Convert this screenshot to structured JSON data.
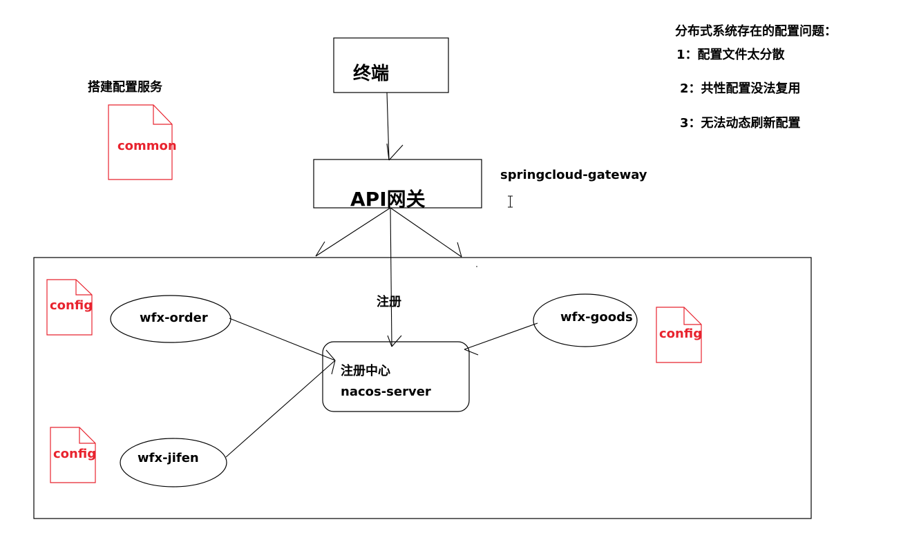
{
  "colors": {
    "line": "#000000",
    "doc_outline": "#e8232e",
    "doc_text": "#e8232e",
    "text": "#000000",
    "background": "#ffffff"
  },
  "problems": {
    "heading": "分布式系统存在的配置问题：",
    "items": [
      "1：配置文件太分散",
      "2：共性配置没法复用",
      "3：无法动态刷新配置"
    ]
  },
  "config_service": {
    "label": "搭建配置服务",
    "doc_label": "common"
  },
  "terminal": {
    "label": "终端"
  },
  "gateway": {
    "label": "API网关",
    "caption": "springcloud-gateway"
  },
  "cluster": {
    "register_label": "注册",
    "registry_center": {
      "title": "注册中心",
      "subtitle": "nacos-server"
    },
    "services": [
      {
        "name": "wfx-order",
        "config": "config"
      },
      {
        "name": "wfx-goods",
        "config": "config"
      },
      {
        "name": "wfx-jifen",
        "config": "config"
      }
    ]
  }
}
